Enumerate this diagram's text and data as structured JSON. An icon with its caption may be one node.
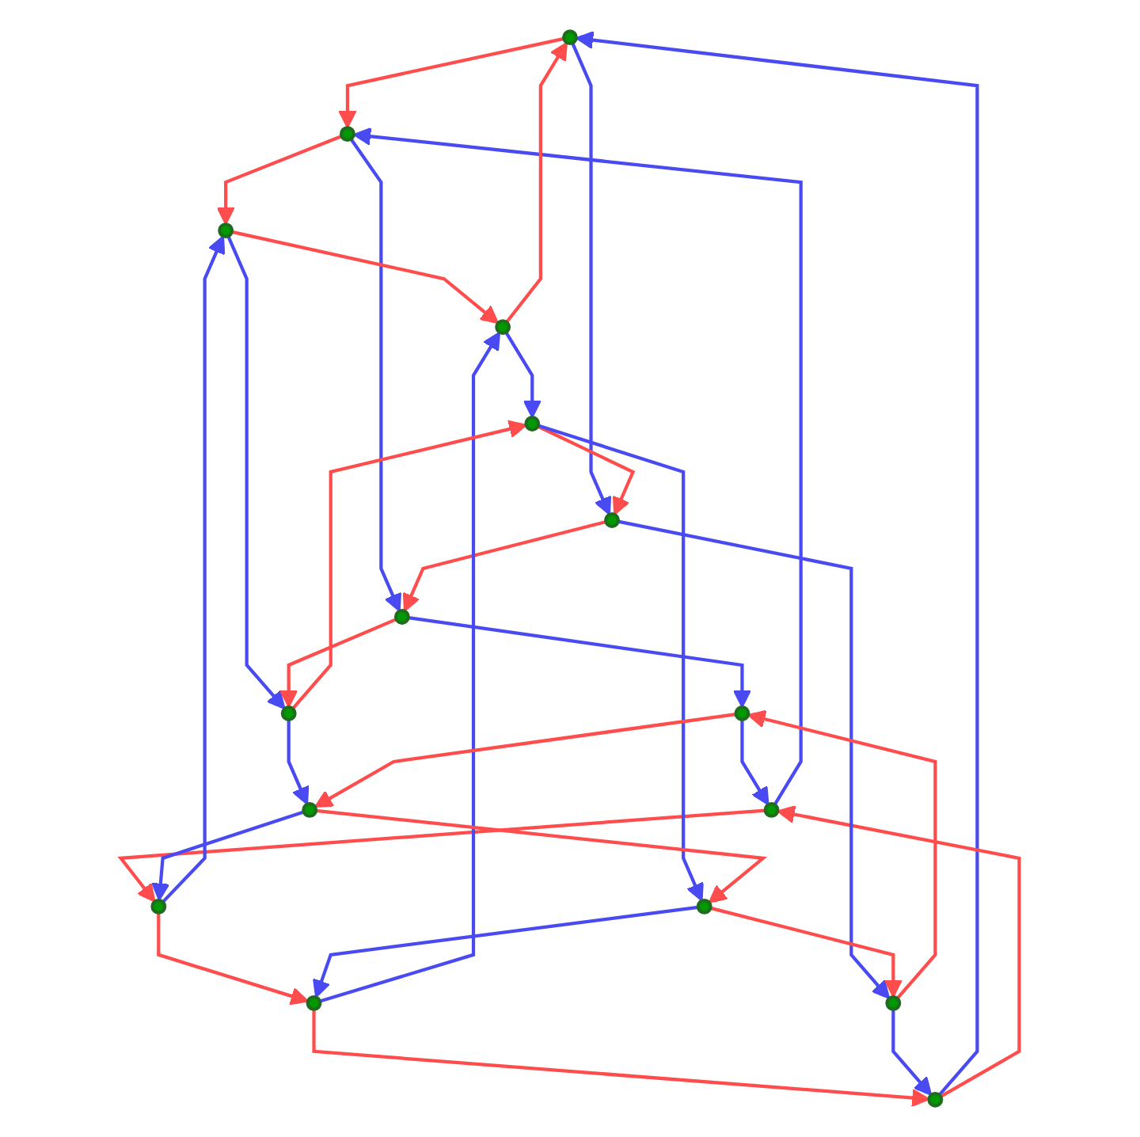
{
  "diagram": {
    "nodes": [
      {
        "text": [],
        "shape": "circle"
      },
      {
        "text": [],
        "shape": "circle"
      },
      {
        "text": [],
        "shape": "circle"
      },
      {
        "text": [],
        "shape": "circle"
      },
      {
        "text": [],
        "shape": "circle"
      },
      {
        "text": [],
        "shape": "circle"
      },
      {
        "text": [],
        "shape": "circle"
      },
      {
        "text": [],
        "shape": "circle"
      },
      {
        "text": [],
        "shape": "circle"
      },
      {
        "text": [],
        "shape": "circle"
      },
      {
        "text": [],
        "shape": "circle"
      },
      {
        "text": [],
        "shape": "circle"
      },
      {
        "text": [],
        "shape": "circle"
      },
      {
        "text": [],
        "shape": "circle"
      },
      {
        "text": [],
        "shape": "circle"
      },
      {
        "text": [],
        "shape": "circle"
      }
    ],
    "edges": [
      {
        "from": 0,
        "to": 1,
        "arrow": "to",
        "color": "#ff4d4d"
      },
      {
        "from": 1,
        "to": 4,
        "arrow": "to",
        "color": "#ff4d4d"
      },
      {
        "from": 1,
        "to": 6,
        "arrow": "to",
        "color": "#4a4af2"
      },
      {
        "from": 0,
        "to": 7,
        "arrow": "to",
        "color": "#4a4af2"
      },
      {
        "from": 3,
        "to": 0,
        "arrow": "to",
        "color": "#4a4af2"
      },
      {
        "from": 3,
        "to": 2,
        "arrow": "to",
        "color": "#ff4d4d"
      },
      {
        "from": 2,
        "to": 1,
        "arrow": "to",
        "color": "#4a4af2"
      },
      {
        "from": 5,
        "to": 0,
        "arrow": "to",
        "color": "#ff4d4d"
      },
      {
        "from": 2,
        "to": 8,
        "arrow": "to",
        "color": "#ff4d4d"
      },
      {
        "from": 4,
        "to": 5,
        "arrow": "to",
        "color": "#ff4d4d"
      },
      {
        "from": 4,
        "to": 12,
        "arrow": "to",
        "color": "#4a4af2"
      },
      {
        "from": 7,
        "to": 6,
        "arrow": "to",
        "color": "#ff4d4d"
      },
      {
        "from": 7,
        "to": 11,
        "arrow": "to",
        "color": "#4a4af2"
      },
      {
        "from": 9,
        "to": 5,
        "arrow": "to",
        "color": "#4a4af2"
      },
      {
        "from": 6,
        "to": 10,
        "arrow": "to",
        "color": "#4a4af2"
      },
      {
        "from": 6,
        "to": 12,
        "arrow": "to",
        "color": "#ff4d4d"
      },
      {
        "from": 8,
        "to": 4,
        "arrow": "to",
        "color": "#4a4af2"
      },
      {
        "from": 8,
        "to": 9,
        "arrow": "to",
        "color": "#ff4d4d"
      },
      {
        "from": 9,
        "to": 3,
        "arrow": "to",
        "color": "#ff4d4d"
      },
      {
        "from": 11,
        "to": 3,
        "arrow": "to",
        "color": "#4a4af2"
      },
      {
        "from": 11,
        "to": 10,
        "arrow": "to",
        "color": "#ff4d4d"
      },
      {
        "from": 10,
        "to": 2,
        "arrow": "to",
        "color": "#4a4af2"
      },
      {
        "from": 5,
        "to": 13,
        "arrow": "to",
        "color": "#4a4af2"
      },
      {
        "from": 13,
        "to": 7,
        "arrow": "to",
        "color": "#ff4d4d"
      },
      {
        "from": 12,
        "to": 13,
        "arrow": "to",
        "color": "#ff4d4d"
      },
      {
        "from": 12,
        "to": 15,
        "arrow": "to",
        "color": "#4a4af2"
      },
      {
        "from": 13,
        "to": 14,
        "arrow": "to",
        "color": "#4a4af2"
      },
      {
        "from": 10,
        "to": 15,
        "arrow": "to",
        "color": "#ff4d4d"
      },
      {
        "from": 15,
        "to": 14,
        "arrow": "to",
        "color": "#ff4d4d"
      },
      {
        "from": 15,
        "to": 8,
        "arrow": "to",
        "color": "#4a4af2"
      },
      {
        "from": 14,
        "to": 9,
        "arrow": "to",
        "color": "#4a4af2"
      },
      {
        "from": 14,
        "to": 11,
        "arrow": "to",
        "color": "#ff4d4d"
      }
    ]
  }
}
